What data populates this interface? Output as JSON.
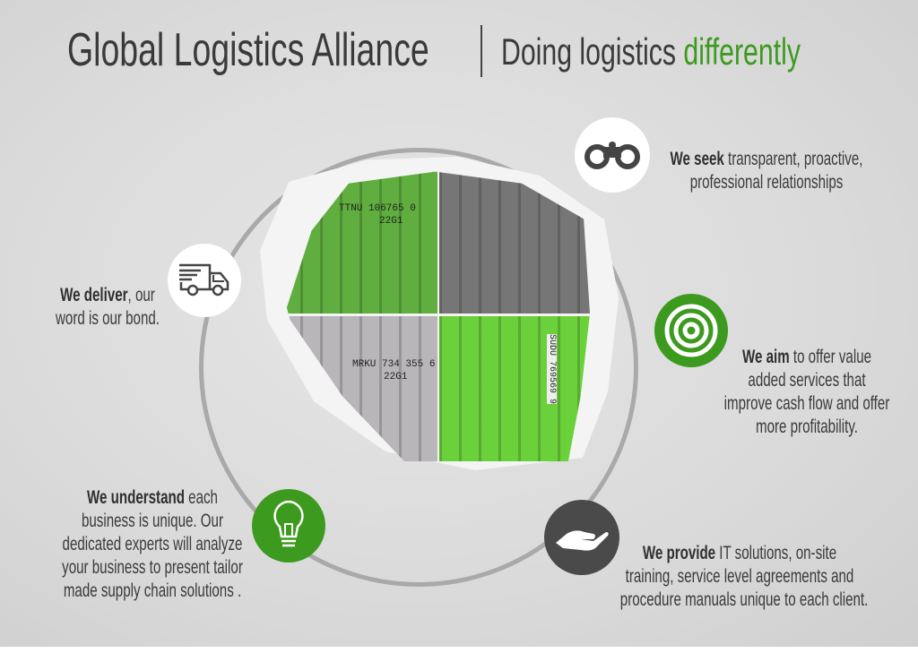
{
  "header": {
    "title": "Global Logistics Alliance",
    "tagline_prefix": "Doing logistics",
    "tagline_highlight": "differently"
  },
  "colors": {
    "accent": "#3c9a1f",
    "dark": "#4a4a4a",
    "ring": "#a9a9a9"
  },
  "containers": {
    "green_top": "TTNU 106765 0",
    "green_top_type": "22G1",
    "grey_bottom": "MRKU 734 355 6",
    "grey_bottom_type": "22G1",
    "green_side": "SUDU 769569 9"
  },
  "items": [
    {
      "icon": "binoculars-icon",
      "bold": "We seek",
      "lines": [
        "transparent, proactive,",
        "professional relationships"
      ]
    },
    {
      "icon": "target-icon",
      "bold": "We aim",
      "lines": [
        "to offer value",
        "added services that",
        "improve cash flow and offer",
        "more profitability."
      ]
    },
    {
      "icon": "handshake-icon",
      "bold": "We provide",
      "lines": [
        "IT solutions, on-site",
        "training, service level agreements and",
        "procedure manuals unique to each client."
      ]
    },
    {
      "icon": "lightbulb-icon",
      "bold": "We understand",
      "lines": [
        "each",
        "business is unique. Our",
        "dedicated experts will analyze",
        "your business to present tailor",
        "made supply chain solutions ."
      ]
    },
    {
      "icon": "truck-icon",
      "bold": "We deliver",
      "lines": [
        ", our",
        "word is our bond."
      ]
    }
  ]
}
